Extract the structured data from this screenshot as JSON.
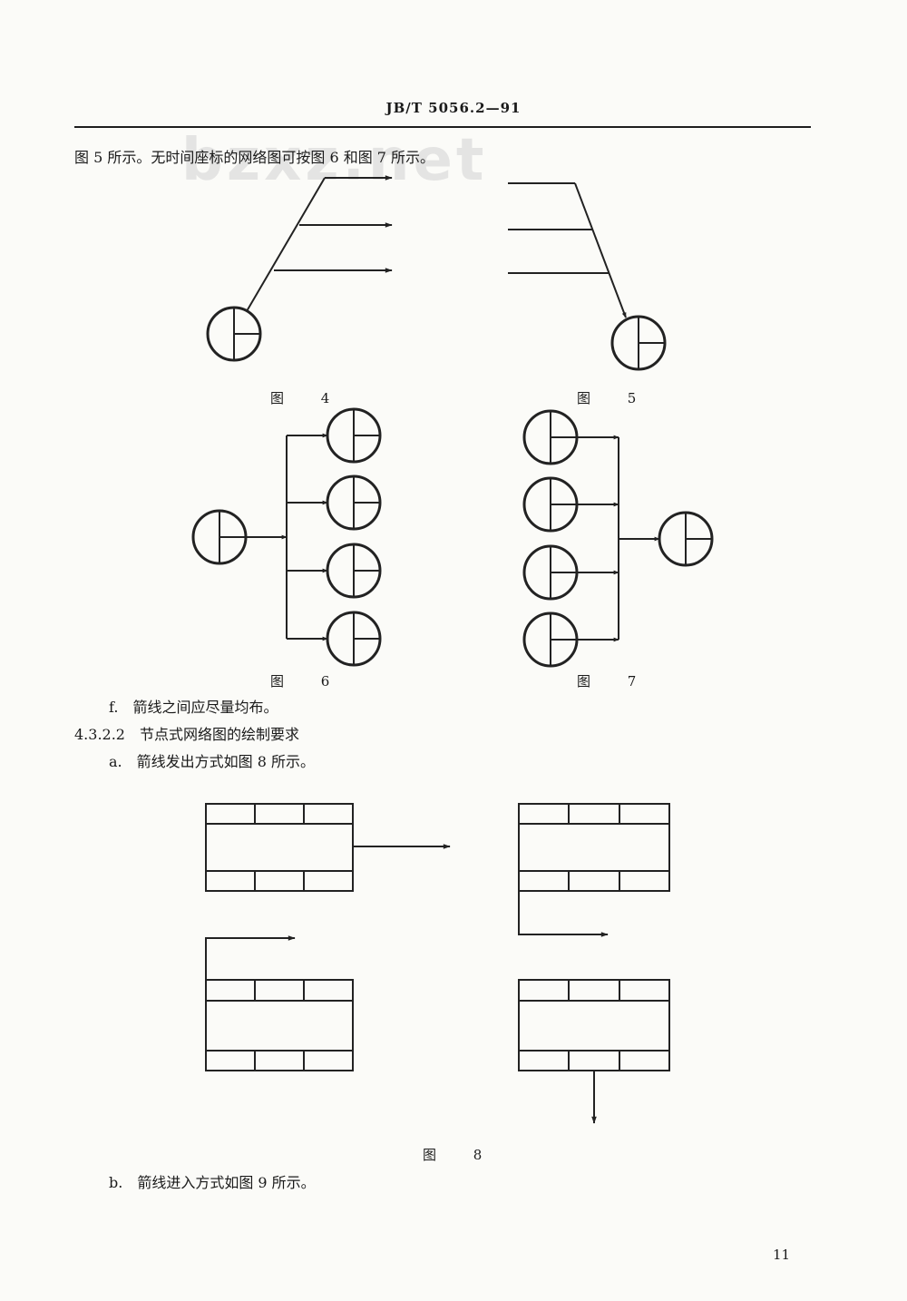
{
  "header": {
    "standard_no": "JB/T 5056.2—91"
  },
  "watermark": "bzxz.net",
  "paragraphs": {
    "intro": "图 5 所示。无时间座标的网络图可按图 6 和图 7 所示。",
    "item_f": "f.　箭线之间应尽量均布。",
    "section": "4.3.2.2　节点式网络图的绘制要求",
    "item_a": "a.　箭线发出方式如图 8 所示。",
    "item_b": "b.　箭线进入方式如图 9 所示。"
  },
  "captions": {
    "fig4": "图 4",
    "fig5": "图 5",
    "fig6": "图 6",
    "fig7": "图 7",
    "fig8": "图 8"
  },
  "page_number": "11"
}
